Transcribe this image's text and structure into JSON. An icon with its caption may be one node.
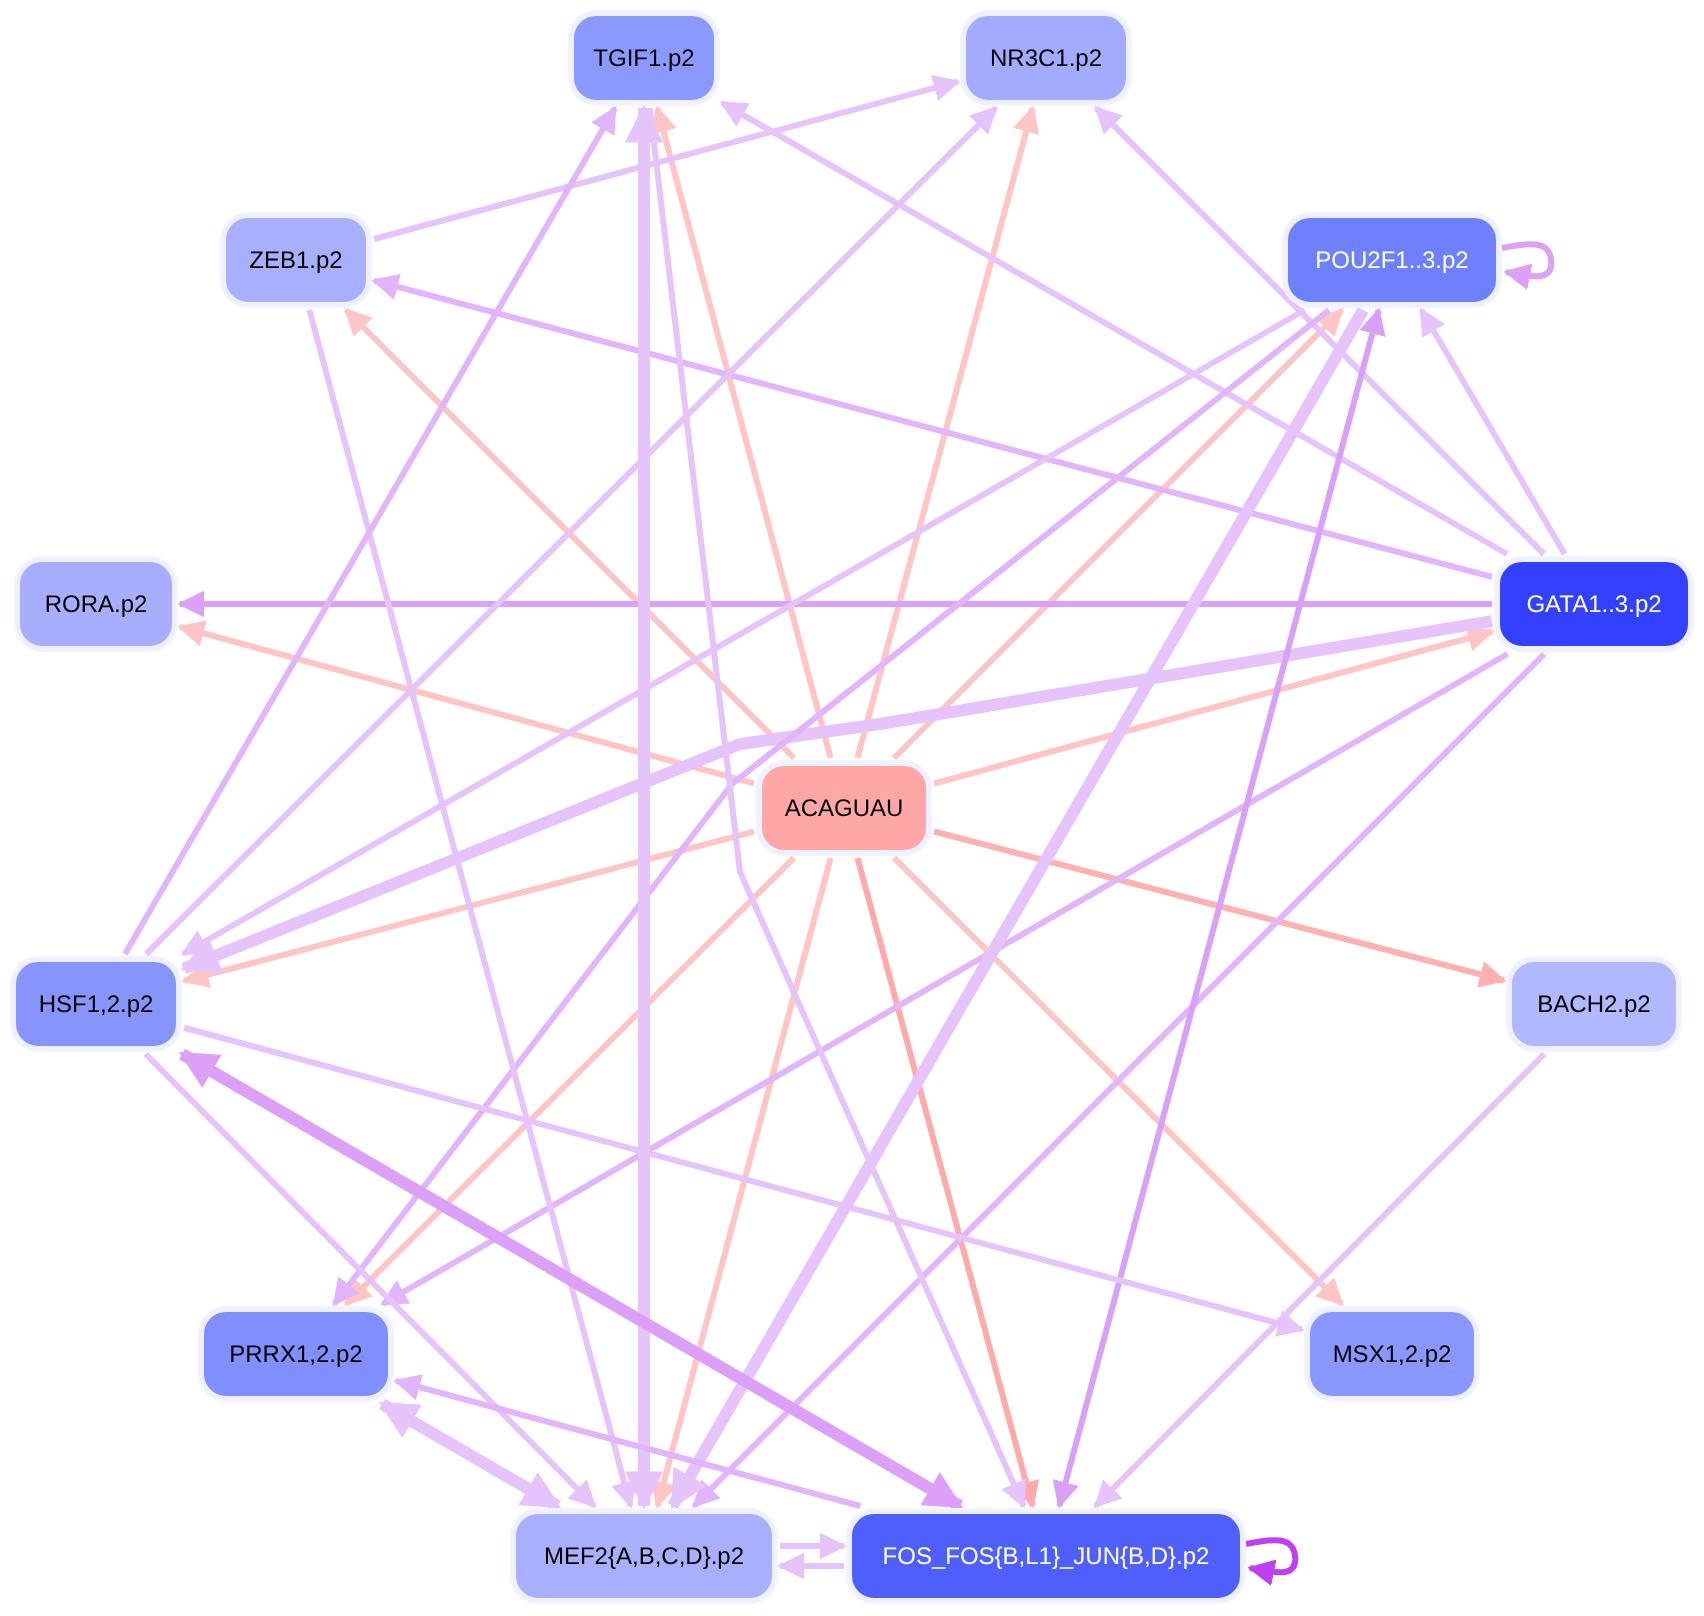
{
  "diagram": {
    "nodes": [
      {
        "text": [
          "TGIF1.p2"
        ]
      },
      {
        "text": [
          "NR3C1.p2"
        ]
      },
      {
        "text": [
          "ZEB1.p2"
        ]
      },
      {
        "text": [
          "POU2F1..3.p2"
        ]
      },
      {
        "text": [
          "RORA.p2"
        ]
      },
      {
        "text": [
          "GATA1..3.p2"
        ]
      },
      {
        "text": [
          "ACAGUAU"
        ]
      },
      {
        "text": [
          "HSF1,2.p2"
        ]
      },
      {
        "text": [
          "BACH2.p2"
        ]
      },
      {
        "text": [
          "PRRX1,2.p2"
        ]
      },
      {
        "text": [
          "MSX1,2.p2"
        ]
      },
      {
        "text": [
          "MEF2{A,B,C,D}.p2"
        ]
      },
      {
        "text": [
          "FOS_FOS{B,L1}_JUN{B,D}.p2"
        ]
      }
    ],
    "edges": [
      {
        "from": 6,
        "to": 2,
        "arrow": "to",
        "color": "#ffc4c4"
      },
      {
        "from": 6,
        "to": 0,
        "arrow": "to",
        "color": "#ffc4c4"
      },
      {
        "from": 6,
        "to": 1,
        "arrow": "to",
        "color": "#ffc4c4"
      },
      {
        "from": 6,
        "to": 3,
        "arrow": "to",
        "color": "#ffc4c4"
      },
      {
        "from": 6,
        "to": 5,
        "arrow": "to",
        "color": "#ffc4c4"
      },
      {
        "from": 6,
        "to": 4,
        "arrow": "to",
        "color": "#ffc4c4"
      },
      {
        "from": 6,
        "to": 7,
        "arrow": "to",
        "color": "#ffc4c4"
      },
      {
        "from": 6,
        "to": 8,
        "arrow": "to",
        "color": "#ffb0b0"
      },
      {
        "from": 6,
        "to": 10,
        "arrow": "to",
        "color": "#ffc4c4"
      },
      {
        "from": 6,
        "to": 12,
        "arrow": "to",
        "color": "#ffaaaa"
      },
      {
        "from": 6,
        "to": 11,
        "arrow": "to",
        "color": "#ffc4c4"
      },
      {
        "from": 6,
        "to": 9,
        "arrow": "to",
        "color": "#ffc4c4"
      },
      {
        "from": 2,
        "to": 1,
        "arrow": "to"
      },
      {
        "from": 5,
        "to": 2,
        "arrow": "to",
        "color": "#e2b4fb"
      },
      {
        "from": 5,
        "to": 0,
        "arrow": "to"
      },
      {
        "from": 5,
        "to": 1,
        "arrow": "to"
      },
      {
        "from": 5,
        "to": 3,
        "arrow": "to"
      },
      {
        "from": 5,
        "to": 4,
        "arrow": "to",
        "color": "#dca0f8"
      },
      {
        "from": 5,
        "to": 7,
        "arrow": "to",
        "style": "thick"
      },
      {
        "from": 5,
        "to": 9,
        "arrow": "to",
        "color": "#e2b4fb"
      },
      {
        "from": 5,
        "to": 11,
        "arrow": "to",
        "color": "#e2b4fb"
      },
      {
        "from": 3,
        "to": 3,
        "arrow": "to",
        "color": "#dca0f8"
      },
      {
        "from": 3,
        "to": 7,
        "arrow": "to"
      },
      {
        "from": 3,
        "to": 9,
        "arrow": "to",
        "color": "#e2b4fb"
      },
      {
        "from": 3,
        "to": 11,
        "arrow": "to",
        "style": "thick"
      },
      {
        "from": 3,
        "to": 12,
        "arrow": "both",
        "color": "#d8a0f8"
      },
      {
        "from": 0,
        "to": 11,
        "arrow": "both",
        "style": "thick"
      },
      {
        "from": 0,
        "to": 12,
        "arrow": "to"
      },
      {
        "from": 2,
        "to": 11,
        "arrow": "to"
      },
      {
        "from": 7,
        "to": 0,
        "arrow": "to",
        "color": "#e2b4fb"
      },
      {
        "from": 7,
        "to": 1,
        "arrow": "to"
      },
      {
        "from": 7,
        "to": 10,
        "arrow": "to"
      },
      {
        "from": 7,
        "to": 11,
        "arrow": "to"
      },
      {
        "from": 7,
        "to": 12,
        "arrow": "both",
        "style": "thick",
        "color": "#dca0f8"
      },
      {
        "from": 9,
        "to": 11,
        "arrow": "both",
        "style": "thick"
      },
      {
        "from": 12,
        "to": 9,
        "arrow": "to",
        "color": "#e2b4fb"
      },
      {
        "from": 11,
        "to": 12,
        "arrow": "to"
      },
      {
        "from": 12,
        "to": 11,
        "arrow": "to"
      },
      {
        "from": 8,
        "to": 12,
        "arrow": "to"
      },
      {
        "from": 12,
        "to": 12,
        "arrow": "to",
        "color": "#c040f0"
      }
    ]
  }
}
